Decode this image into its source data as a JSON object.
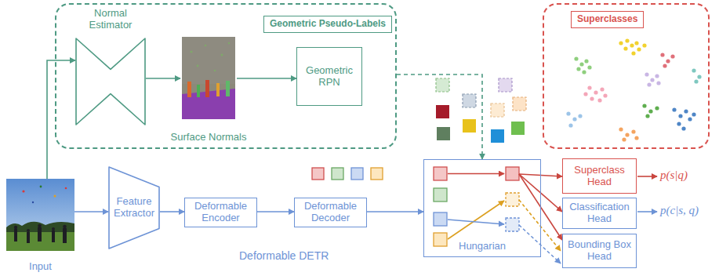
{
  "diagram": {
    "nodes": [
      {
        "text": [
          "Geometric Pseudo-Labels"
        ]
      },
      {
        "text": [
          "Normal Estimator"
        ],
        "in": 0
      },
      {
        "text": [
          "Surface Normals"
        ],
        "in": 0
      },
      {
        "text": [
          "Geometric RPN"
        ],
        "in": 0
      },
      {
        "text": [
          "Superclasses"
        ]
      },
      {
        "text": [
          "Input"
        ]
      },
      {
        "text": [
          "Feature Extractor"
        ]
      },
      {
        "text": [
          "Deformable Encoder"
        ]
      },
      {
        "text": [
          "Deformable Decoder"
        ]
      },
      {
        "text": [
          "Hungarian"
        ]
      },
      {
        "text": [
          "Superclass Head"
        ]
      },
      {
        "text": [
          "Classification Head"
        ]
      },
      {
        "text": [
          "Bounding Box Head"
        ]
      }
    ],
    "edges": [
      {
        "from": 5,
        "to": 1,
        "arrow": "to"
      },
      {
        "from": 1,
        "to": 2,
        "arrow": "to"
      },
      {
        "from": 2,
        "to": 3,
        "arrow": "to"
      },
      {
        "from": 0,
        "to": 9,
        "arrow": "to"
      },
      {
        "from": 5,
        "to": 6,
        "arrow": "to"
      },
      {
        "from": 6,
        "to": 7,
        "arrow": "to"
      },
      {
        "from": 7,
        "to": 8,
        "arrow": "to"
      },
      {
        "from": 8,
        "to": 9,
        "arrow": "to"
      },
      {
        "from": 9,
        "to": 10,
        "arrow": "to"
      },
      {
        "from": 9,
        "to": 11,
        "arrow": "to"
      },
      {
        "from": 9,
        "to": 12,
        "arrow": "to"
      }
    ],
    "labels": [
      "Deformable DETR",
      "p(s|q)",
      "p(c|s, q)"
    ]
  }
}
